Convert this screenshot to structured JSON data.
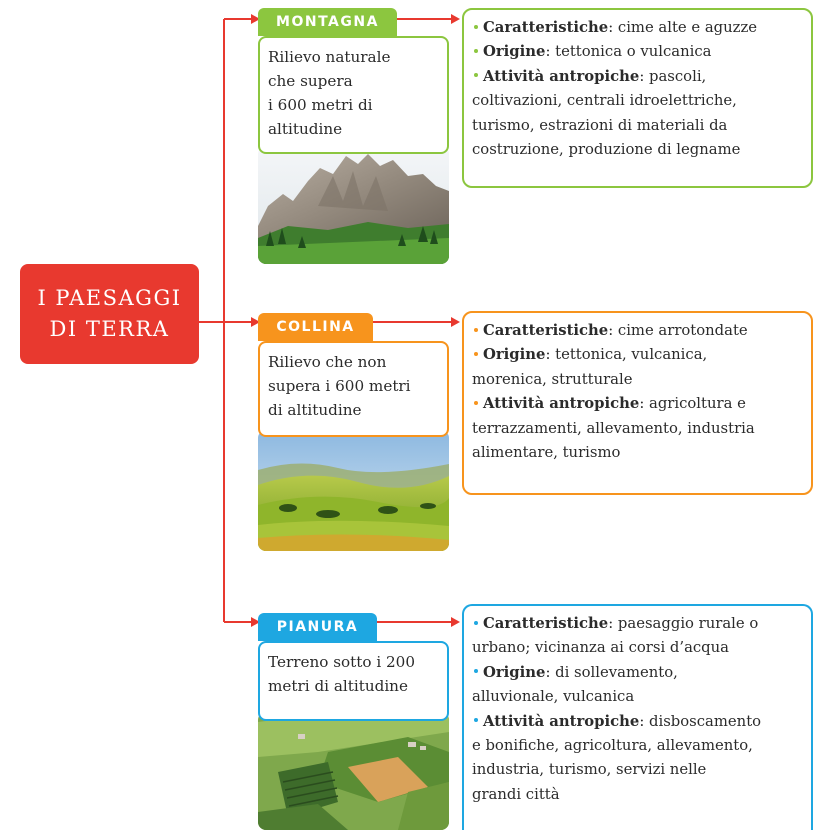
{
  "root": {
    "line1": "I PAESAGGI",
    "line2": "DI TERRA"
  },
  "colors": {
    "red": "#e8392f",
    "green": "#8cc63f",
    "orange": "#f7941d",
    "blue": "#1ea7e1"
  },
  "branches": [
    {
      "title": "MONTAGNA",
      "definition": [
        "Rilievo naturale",
        "che supera",
        "i 600 metri di",
        "altitudine"
      ],
      "image": "mountain-photo",
      "info": [
        [
          {
            "b": "Caratteristiche",
            "t": ": cime alte e aguzze",
            "dot": true
          }
        ],
        [
          {
            "b": "Origine",
            "t": ": tettonica o vulcanica",
            "dot": true
          }
        ],
        [
          {
            "b": "Attività antropiche",
            "t": ": pascoli,",
            "dot": true
          }
        ],
        [
          {
            "t": "coltivazioni, centrali idroelettriche,"
          }
        ],
        [
          {
            "t": "turismo, estrazioni di materiali da"
          }
        ],
        [
          {
            "t": "costruzione, produzione di legname"
          }
        ]
      ]
    },
    {
      "title": "COLLINA",
      "definition": [
        "Rilievo che non",
        "supera i 600 metri",
        "di altitudine"
      ],
      "image": "hills-photo",
      "info": [
        [
          {
            "b": "Caratteristiche",
            "t": ": cime arrotondate",
            "dot": true
          }
        ],
        [
          {
            "b": "Origine",
            "t": ": tettonica, vulcanica,",
            "dot": true
          }
        ],
        [
          {
            "t": "morenica, strutturale"
          }
        ],
        [
          {
            "b": "Attività antropiche",
            "t": ": agricoltura e",
            "dot": true
          }
        ],
        [
          {
            "t": "terrazzamenti, allevamento, industria"
          }
        ],
        [
          {
            "t": "alimentare, turismo"
          }
        ]
      ]
    },
    {
      "title": "PIANURA",
      "definition": [
        "Terreno sotto i 200",
        "metri di altitudine"
      ],
      "image": "plain-photo",
      "info": [
        [
          {
            "b": "Caratteristiche",
            "t": ": paesaggio rurale o",
            "dot": true
          }
        ],
        [
          {
            "t": "urbano; vicinanza ai corsi d’acqua"
          }
        ],
        [
          {
            "b": "Origine",
            "t": ": di sollevamento,",
            "dot": true
          }
        ],
        [
          {
            "t": "alluvionale, vulcanica"
          }
        ],
        [
          {
            "b": "Attività antropiche",
            "t": ": disboscamento",
            "dot": true
          }
        ],
        [
          {
            "t": "e bonifiche, agricoltura, allevamento,"
          }
        ],
        [
          {
            "t": "industria, turismo, servizi nelle"
          }
        ],
        [
          {
            "t": "grandi città"
          }
        ]
      ]
    }
  ]
}
